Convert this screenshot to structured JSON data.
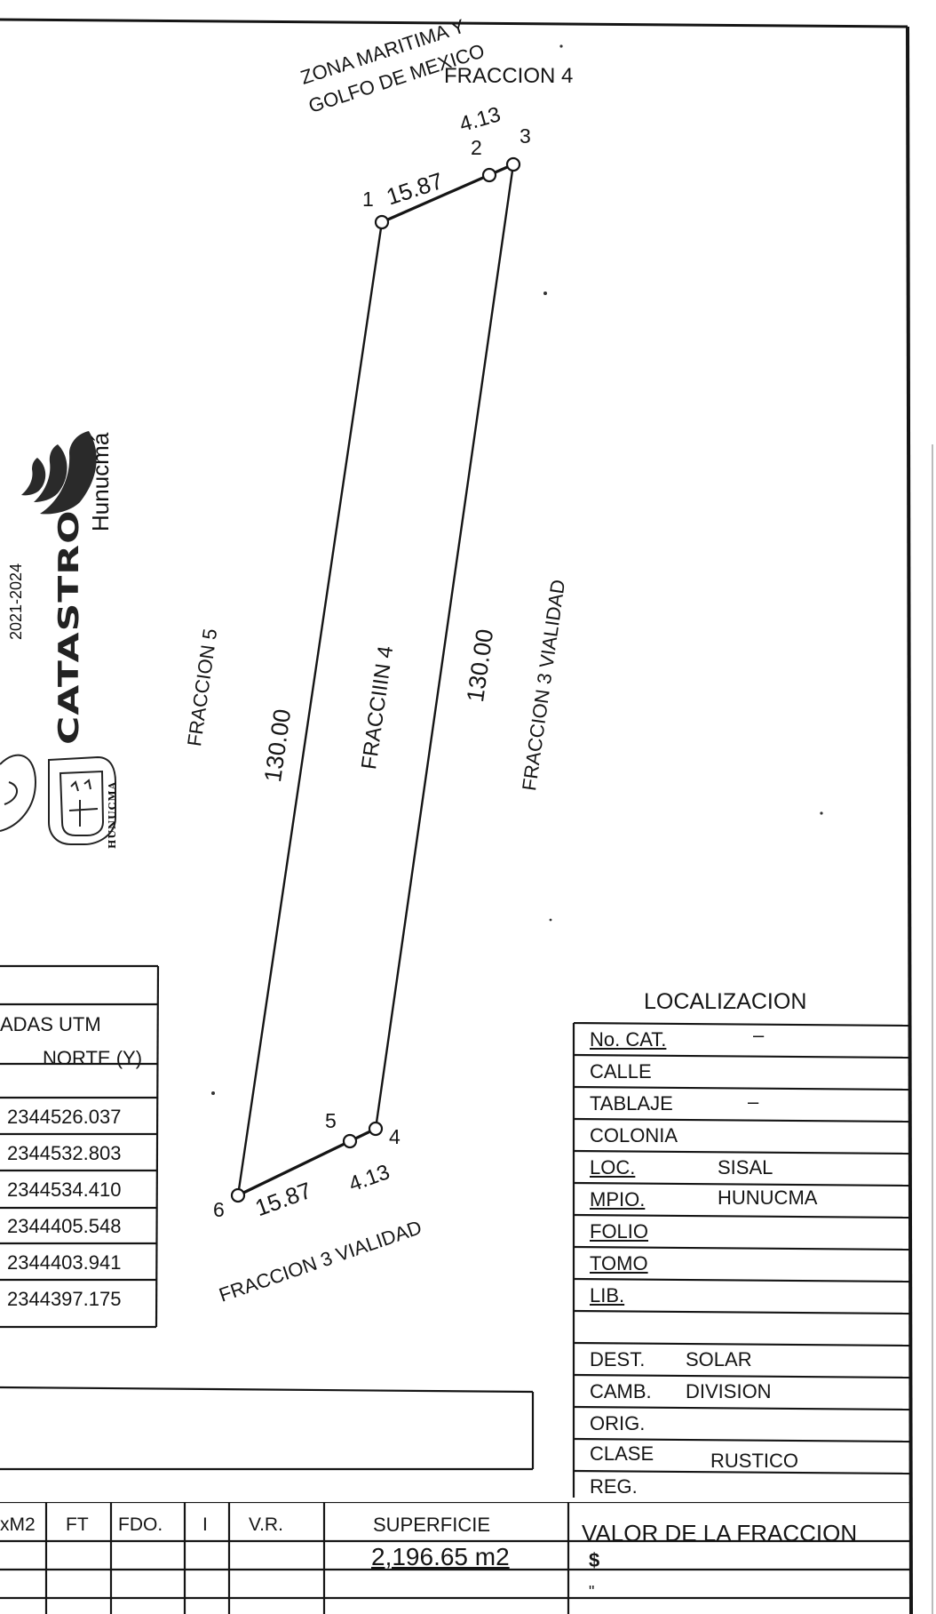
{
  "header": {
    "fraccion_label": "FRACCION 4",
    "north_boundary_line1": "ZONA MARITIMA Y",
    "north_boundary_line2": "GOLFO DE MEXICO"
  },
  "plan": {
    "vertex_labels": [
      "1",
      "2",
      "3",
      "4",
      "5",
      "6"
    ],
    "dim_top_long": "15.87",
    "dim_top_short": "4.13",
    "dim_bottom_long": "15.87",
    "dim_bottom_short": "4.13",
    "dim_left": "130.00",
    "dim_right": "130.00",
    "lot_label": "FRACCIIIN  4",
    "west_boundary": "FRACCION 5",
    "east_boundary": "FRACCION 3 VIALIDAD",
    "south_boundary": "FRACCION 3 VIALIDAD"
  },
  "logo": {
    "years": "2021-2024",
    "office": "CATASTRO",
    "municipality": "Hunucmá",
    "seal_text": "HUNUCMA"
  },
  "coords": {
    "header_fragment": "ADAS  UTM",
    "column_north": "NORTE (Y)",
    "rows": [
      "2344526.037",
      "2344532.803",
      "2344534.410",
      "2344405.548",
      "2344403.941",
      "2344397.175"
    ]
  },
  "localizacion": {
    "title": "LOCALIZACION",
    "rows": [
      {
        "label": "No. CAT.",
        "value": "–"
      },
      {
        "label": "CALLE",
        "value": ""
      },
      {
        "label": "TABLAJE",
        "value": "–"
      },
      {
        "label": "COLONIA",
        "value": ""
      },
      {
        "label": "LOC.",
        "value": "SISAL"
      },
      {
        "label": "MPIO.",
        "value": "HUNUCMA"
      },
      {
        "label": "FOLIO",
        "value": ""
      },
      {
        "label": "TOMO",
        "value": ""
      },
      {
        "label": "LIB.",
        "value": ""
      },
      {
        "label": "",
        "value": ""
      },
      {
        "label": "DEST.",
        "value": "SOLAR"
      },
      {
        "label": "CAMB.",
        "value": "DIVISION"
      },
      {
        "label": "ORIG.",
        "value": ""
      },
      {
        "label": "CLASE",
        "value": "RUSTICO"
      },
      {
        "label": "REG.",
        "value": ""
      }
    ]
  },
  "bottom_table": {
    "headers": [
      "xM2",
      "FT",
      "FDO.",
      "I",
      "V.R.",
      "SUPERFICIE"
    ],
    "superficie": "2,196.65  m2",
    "valor_title": "VALOR DE LA FRACCION",
    "valor_currency": "$",
    "valor_ditto": "\""
  }
}
